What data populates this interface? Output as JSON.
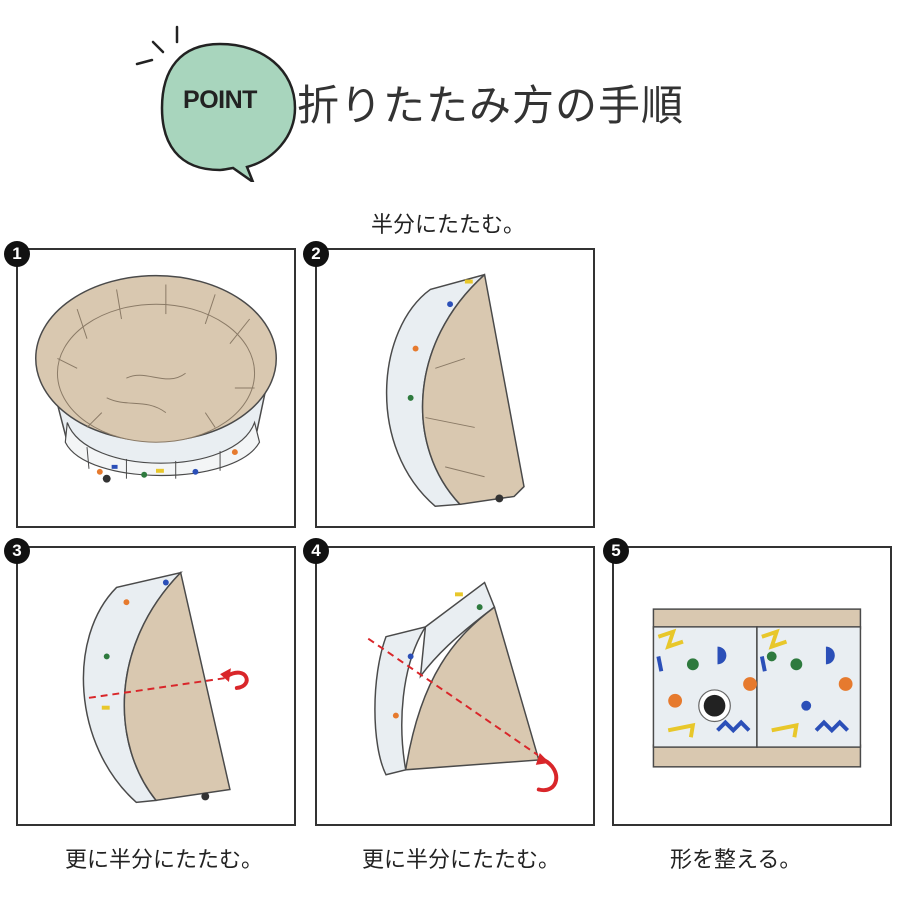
{
  "header": {
    "badge_label": "POINT",
    "title": "折りたたみ方の手順",
    "badge_color": "#a8d5bd"
  },
  "steps": [
    {
      "number": "1",
      "caption": ""
    },
    {
      "number": "2",
      "caption": "半分にたたむ。"
    },
    {
      "number": "3",
      "caption": "更に半分にたたむ。"
    },
    {
      "number": "4",
      "caption": "更に半分にたたむ。"
    },
    {
      "number": "5",
      "caption": "形を整える。"
    }
  ],
  "colors": {
    "fabric": "#d9c8b0",
    "fabric_dark": "#bfa98c",
    "wall": "#e9eef2",
    "arrow_red": "#d9262a",
    "outline": "#4a4a4a"
  }
}
